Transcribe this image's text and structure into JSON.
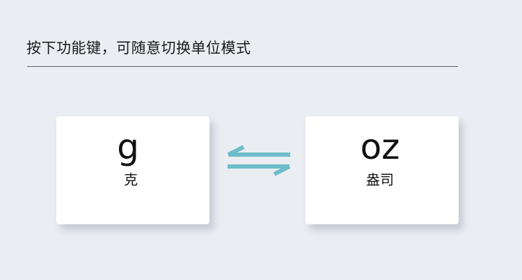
{
  "header": {
    "title": "按下功能键，可随意切换单位模式"
  },
  "units": {
    "from": {
      "symbol": "g",
      "name": "克"
    },
    "to": {
      "symbol": "oz",
      "name": "盎司"
    }
  },
  "icons": {
    "swap": "swap-arrows-icon"
  },
  "colors": {
    "background": "#eaedf2",
    "card": "#ffffff",
    "accent": "#6dbdcb",
    "divider": "#5e6066",
    "text": "#111111"
  }
}
